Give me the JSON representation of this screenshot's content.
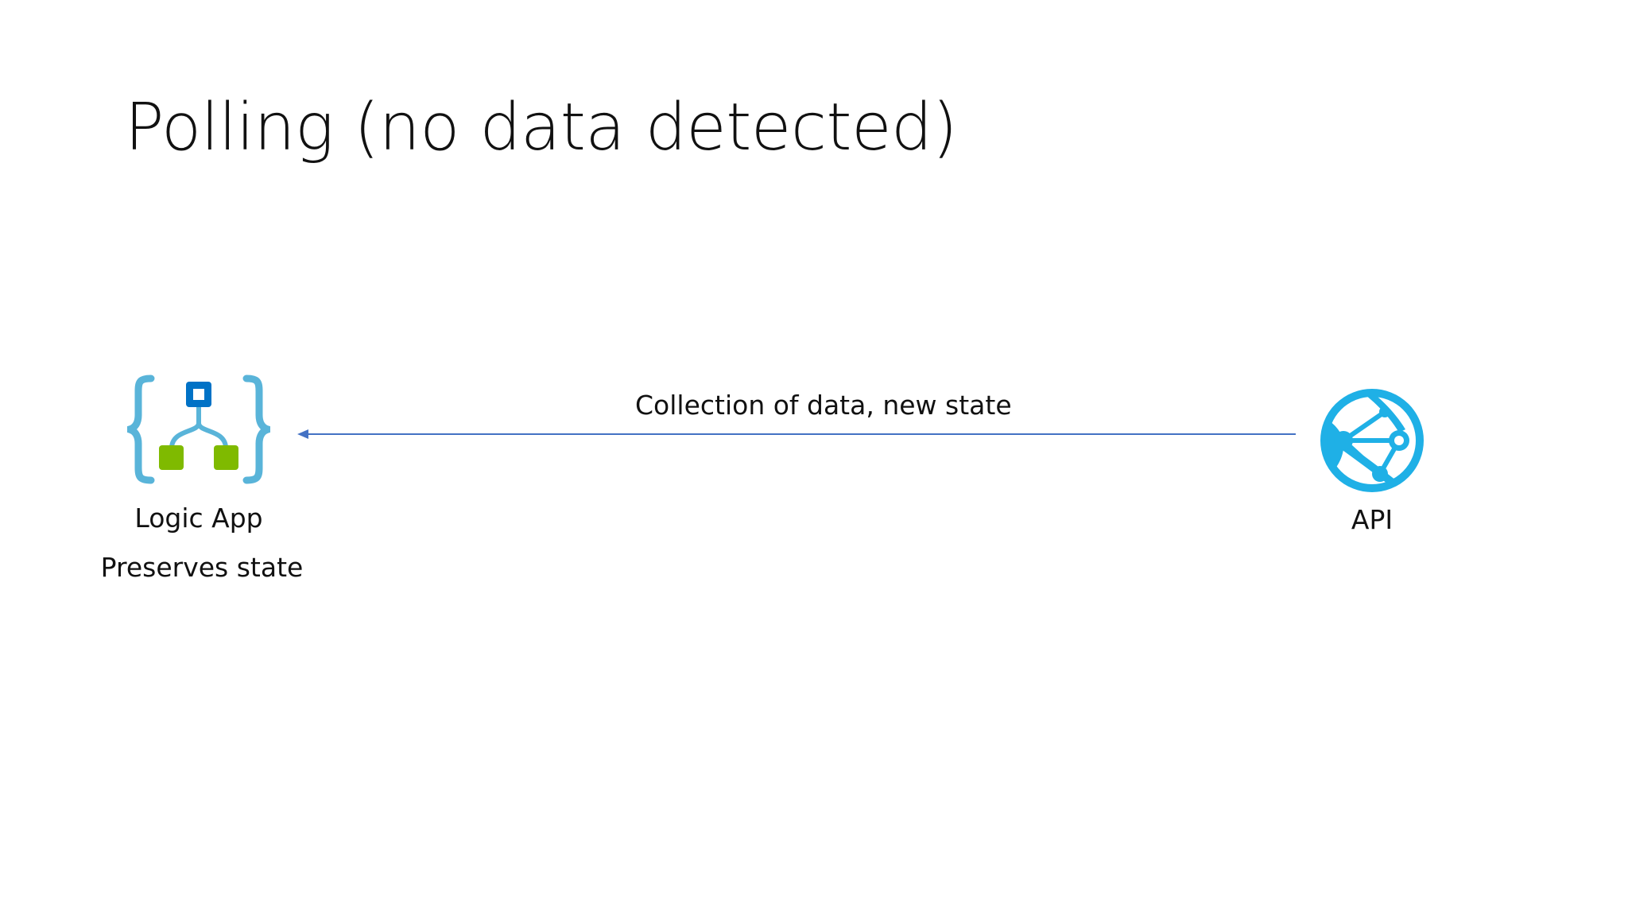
{
  "slide": {
    "title": "Polling (no data detected)"
  },
  "nodes": {
    "logic_app": {
      "label": "Logic App",
      "sublabel": "Preserves state",
      "icon": "logic-app-icon"
    },
    "api": {
      "label": "API",
      "icon": "globe-api-icon"
    }
  },
  "edge": {
    "label": "Collection of data, new state",
    "direction": "api-to-logic-app"
  },
  "colors": {
    "arrow": "#4472c4",
    "logic_app_braces": "#59b4d9",
    "logic_app_top_node": "#0072c6",
    "logic_app_bottom_nodes": "#7fba00",
    "api_globe": "#1fb0e6"
  }
}
